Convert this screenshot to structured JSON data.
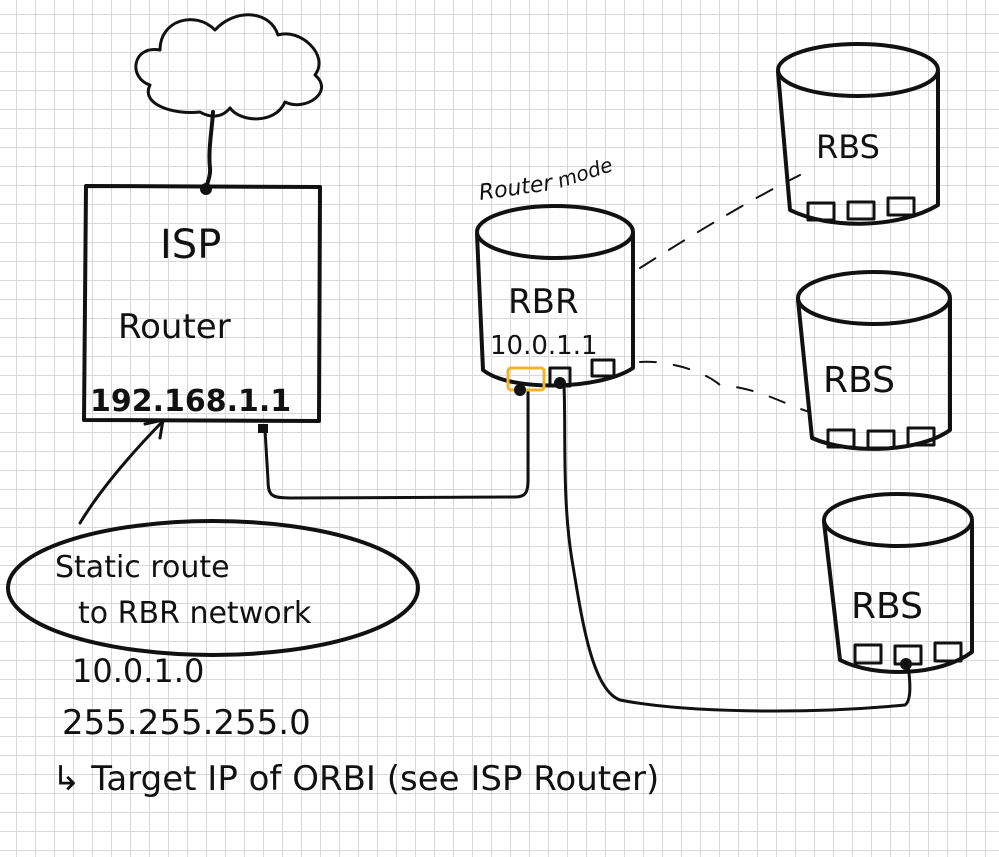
{
  "isp_router": {
    "label_line1": "ISP",
    "label_line2": "Router",
    "ip": "192.168.1.1"
  },
  "rbr": {
    "mode_line1": "Router",
    "mode_line2": "mode",
    "label": "RBR",
    "ip": "10.0.1.1"
  },
  "satellites": [
    {
      "label": "RBS"
    },
    {
      "label": "RBS"
    },
    {
      "label": "RBS"
    }
  ],
  "static_route": {
    "line1": "Static route",
    "line2": "to RBR network",
    "network": "10.0.1.0",
    "netmask": "255.255.255.0",
    "target_note": "↳ Target IP of ORBI (see ISP Router)"
  },
  "colors": {
    "ink": "#111111",
    "grid": "#d9d9d9",
    "wan_port": "#f0b429"
  }
}
